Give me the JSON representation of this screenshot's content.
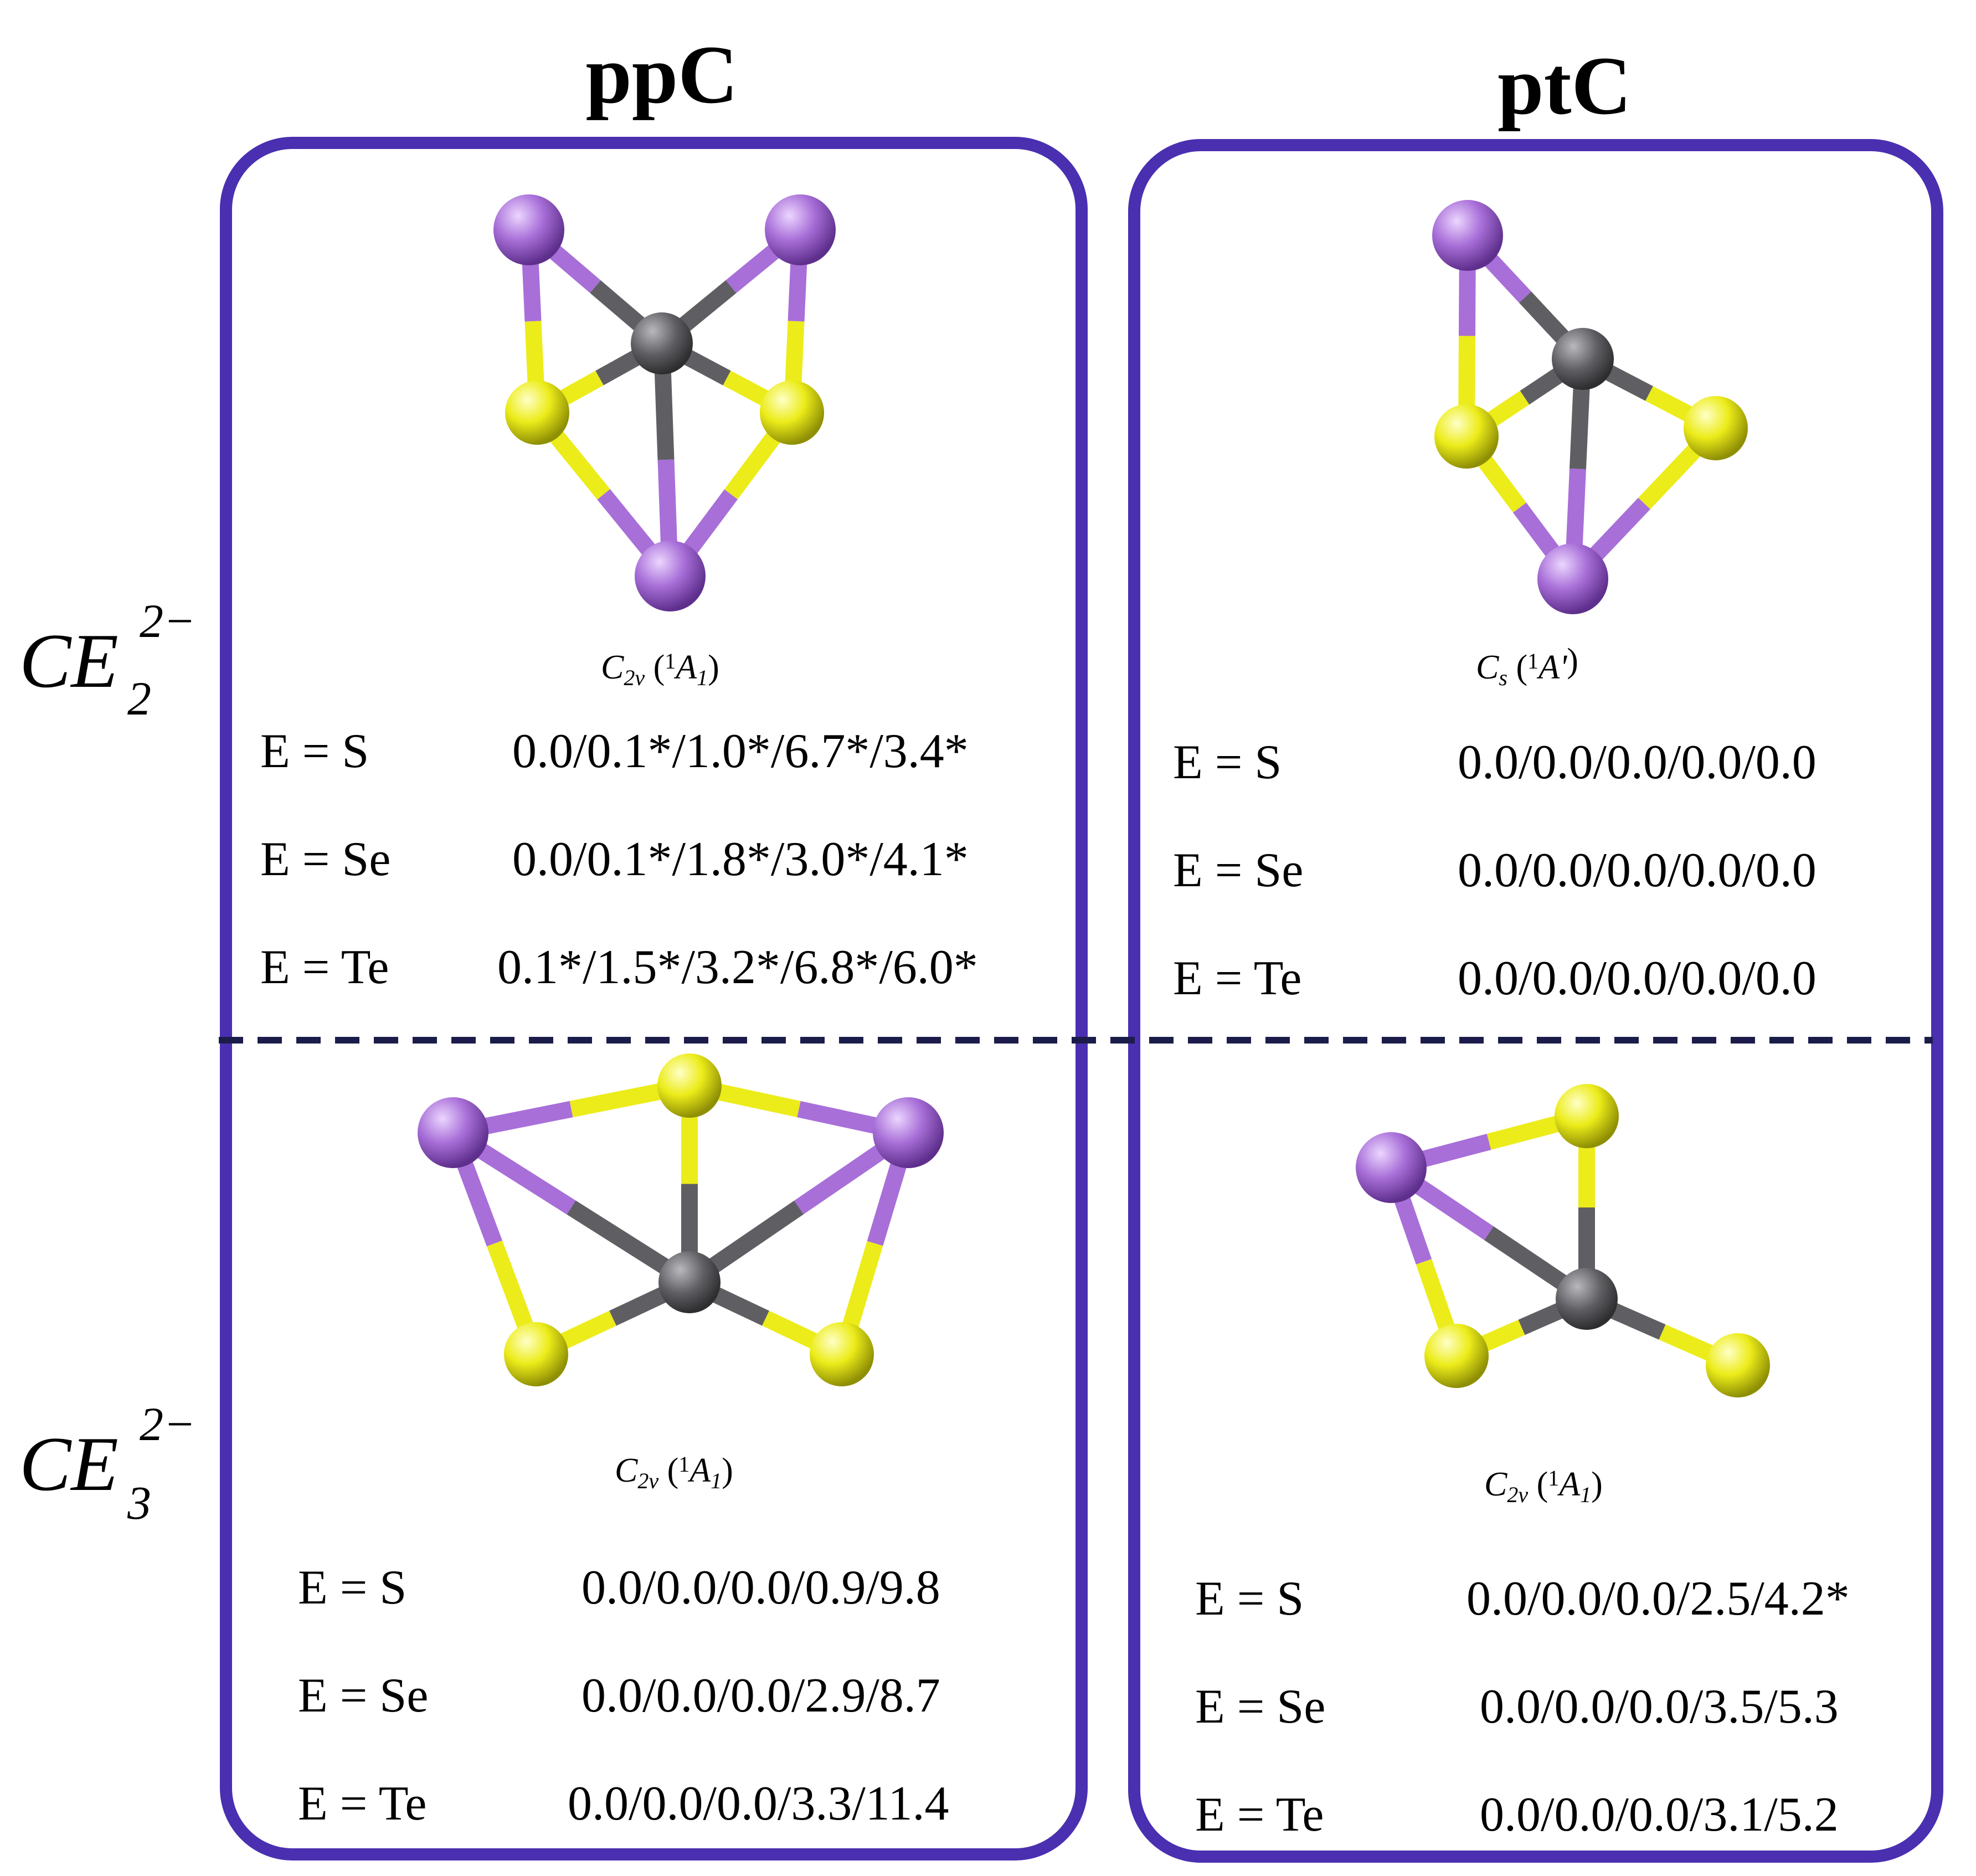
{
  "columns": [
    "ppC",
    "ptC"
  ],
  "rows": [
    {
      "base": "CE",
      "sub": "2",
      "sup": "2−"
    },
    {
      "base": "CE",
      "sub": "3",
      "sup": "2−"
    }
  ],
  "panels": {
    "ppC_CE2": {
      "symmetry": {
        "main": "C",
        "sub": "2v",
        "paren_open": " (",
        "sup": "1",
        "state": "A",
        "state_sub": "1",
        "paren_close": ")"
      },
      "energies": [
        {
          "label": "E = S",
          "value": "0.0/0.1*/1.0*/6.7*/3.4*"
        },
        {
          "label": "E = Se",
          "value": "0.0/0.1*/1.8*/3.0*/4.1*"
        },
        {
          "label": "E = Te",
          "value": "0.1*/1.5*/3.2*/6.8*/6.0*"
        }
      ]
    },
    "ptC_CE2": {
      "symmetry": {
        "main": "C",
        "sub": "s",
        "paren_open": " (",
        "sup": "1",
        "state": "A'",
        "state_sub": "",
        "paren_close": ")"
      },
      "energies": [
        {
          "label": "E = S",
          "value": "0.0/0.0/0.0/0.0/0.0"
        },
        {
          "label": "E = Se",
          "value": "0.0/0.0/0.0/0.0/0.0"
        },
        {
          "label": "E = Te",
          "value": "0.0/0.0/0.0/0.0/0.0"
        }
      ]
    },
    "ppC_CE3": {
      "symmetry": {
        "main": "C",
        "sub": "2v",
        "paren_open": " (",
        "sup": "1",
        "state": "A",
        "state_sub": "1",
        "paren_close": ")"
      },
      "energies": [
        {
          "label": "E = S",
          "value": "0.0/0.0/0.0/0.9/9.8"
        },
        {
          "label": "E = Se",
          "value": "0.0/0.0/0.0/2.9/8.7"
        },
        {
          "label": "E = Te",
          "value": "0.0/0.0/0.0/3.3/11.4"
        }
      ]
    },
    "ptC_CE3": {
      "symmetry": {
        "main": "C",
        "sub": "2v",
        "paren_open": " (",
        "sup": "1",
        "state": "A",
        "state_sub": "1",
        "paren_close": ")"
      },
      "energies": [
        {
          "label": "E = S",
          "value": "0.0/0.0/0.0/2.5/4.2*"
        },
        {
          "label": "E = Se",
          "value": "0.0/0.0/0.0/3.5/5.3"
        },
        {
          "label": "E = Te",
          "value": "0.0/0.0/0.0/3.1/5.2"
        }
      ]
    }
  },
  "colors": {
    "frame": "#4a2fb0",
    "divider": "#1c1c4a",
    "carbon": "#5f5f63",
    "chalcogen": "#ecec1a",
    "alkali": "#a86fd8"
  }
}
